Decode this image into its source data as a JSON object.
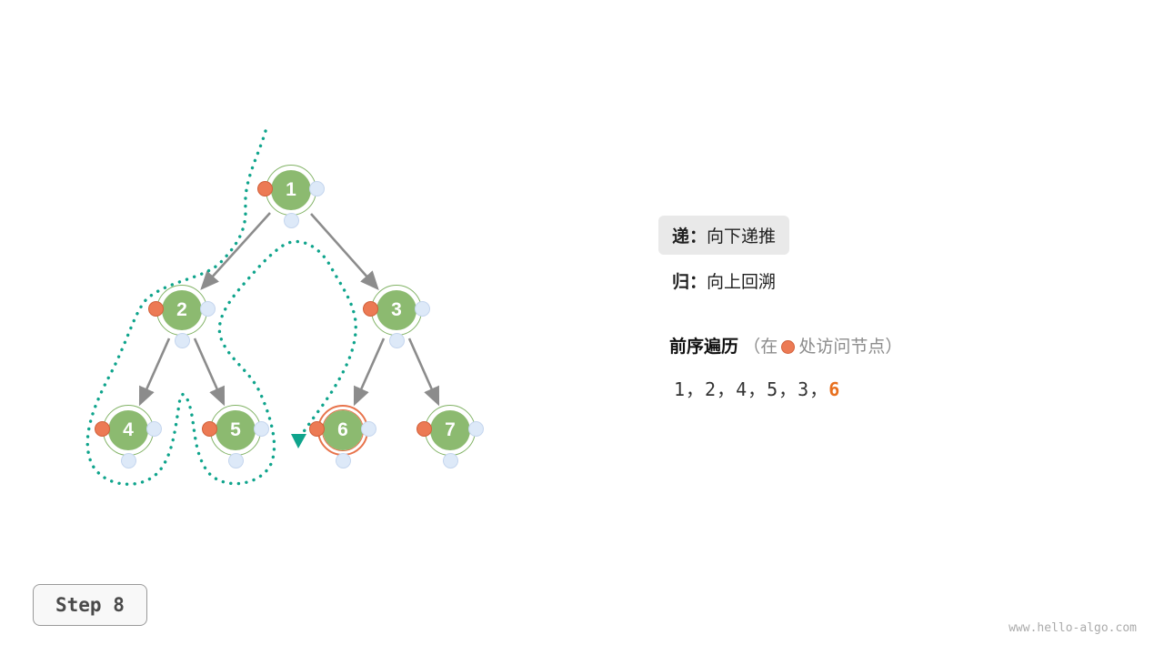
{
  "tree": {
    "nodes": [
      {
        "value": "1"
      },
      {
        "value": "2"
      },
      {
        "value": "3"
      },
      {
        "value": "4"
      },
      {
        "value": "5"
      },
      {
        "value": "6"
      },
      {
        "value": "7"
      }
    ],
    "current_node": "6"
  },
  "legend": {
    "recurse_label": "递：",
    "recurse_text": "向下递推",
    "return_label": "归：",
    "return_text": "向上回溯"
  },
  "traversal": {
    "title": "前序遍历",
    "note_prefix": "（在",
    "note_suffix": "处访问节点）",
    "sequence_prefix": "1，2，4，5，3，",
    "sequence_current": "6"
  },
  "step": {
    "label": "Step 8"
  },
  "watermark": "www.hello-algo.com",
  "colors": {
    "node_green": "#8CBA70",
    "ring_green": "#82B366",
    "visit_orange": "#EC7A54",
    "path_teal": "#0FA48C",
    "arrow_gray": "#8C8C8C"
  }
}
